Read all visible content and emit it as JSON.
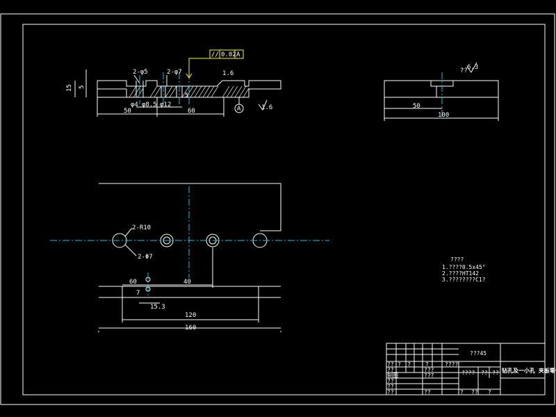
{
  "colors": {
    "background": "#000000",
    "outline": "#ffffff",
    "centerline": "#00c8e6",
    "leader": "#ffff00"
  },
  "front_view": {
    "label_holes_small": "2-φ5",
    "label_holes_large": "2-φ7",
    "roughness_top": "1.6",
    "roughness_right": "1.6",
    "datum_letter": "A",
    "dim_height": "15",
    "dim_step": "5",
    "dim_left": "50",
    "dim_mid": "60",
    "dim_small_left": "φ4",
    "dim_small_mid": "φ8.5",
    "dim_small_right": "φ12",
    "dim_depth": "5",
    "tolerance": {
      "symbol": "//",
      "value": "0.02",
      "datum": "A"
    }
  },
  "side_view": {
    "corner_label": "??",
    "roughness": "6.3",
    "dim_half": "50",
    "dim_full": "100"
  },
  "plan_view": {
    "label_radius": "2-R10",
    "label_holes": "2-Φ7",
    "dim_60": "60",
    "dim_40": "40",
    "dim_7": "7",
    "dim_15_3": "15.3",
    "dim_120": "120",
    "dim_160": "160"
  },
  "notes": {
    "title": "????",
    "line1": "1.????0.5x45°",
    "line2": "2.????HT142",
    "line3": "3.????????C1?"
  },
  "title_block": {
    "material": "???45",
    "drawing_name": "钻孔及一小孔 夹板零件",
    "labels": {
      "r1a": "??",
      "r1b": "?",
      "r1c": "?",
      "r1d": "?",
      "r1e": "????",
      "r2a": "??",
      "r2b": "???",
      "r3a": "制图",
      "r3b": "???",
      "r3c": "????",
      "r3d": "??",
      "r3e": "??",
      "r4a": "??",
      "r5a": "??",
      "r6a": "??",
      "r6b": "??",
      "r6c": "?",
      "r6d": "??",
      "r6e": "?"
    }
  }
}
